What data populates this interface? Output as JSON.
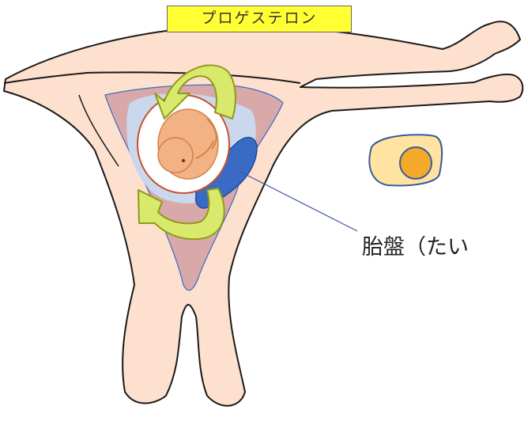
{
  "labels": {
    "hormone": "プロゲステロン",
    "placenta": "胎盤（たい"
  },
  "colors": {
    "uterus_fill": "#fde0ce",
    "outline": "#1a1a1a",
    "endometrium": "#d9a9a9",
    "membrane": "#c9ddf5",
    "placenta": "#3a6bc4",
    "placenta_edge": "#1f4a9a",
    "fetus": "#f3b283",
    "arrow_fill": "#d9e96b",
    "arrow_edge": "#8f9a1c",
    "label_bg": "#ffff33",
    "ovary_fill": "#ffe3a0",
    "ovary_edge": "#3b5a9a",
    "follicle_fill": "#f4a92a"
  },
  "icons": {
    "fetus": "fetus-icon",
    "rotation": "circular-arrows-icon",
    "ovary": "ovary-icon",
    "leader_line": "callout-line"
  }
}
